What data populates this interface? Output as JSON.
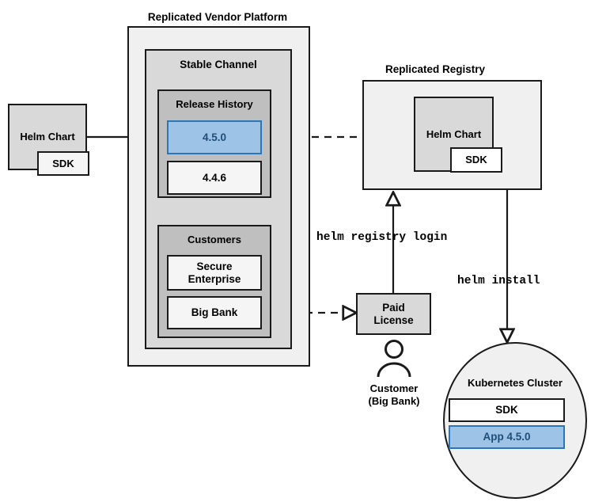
{
  "diagram": {
    "title_vendor_platform": "Replicated Vendor Platform",
    "title_registry": "Replicated Registry",
    "stable_channel_label": "Stable Channel",
    "release_history_label": "Release History",
    "customers_label": "Customers"
  },
  "source_chart": {
    "name": "Helm Chart",
    "sdk": "SDK"
  },
  "releases": [
    {
      "version": "4.5.0",
      "highlighted": true
    },
    {
      "version": "4.4.6",
      "highlighted": false
    }
  ],
  "customers": [
    {
      "name": "Secure\nEnterprise",
      "line1": "Secure",
      "line2": "Enterprise"
    },
    {
      "name": "Big Bank",
      "line1": "Big Bank",
      "line2": ""
    }
  ],
  "registry": {
    "chart_name": "Helm Chart",
    "sdk": "SDK"
  },
  "license": {
    "line1": "Paid",
    "line2": "License"
  },
  "customer_actor": {
    "line1": "Customer",
    "line2": "(Big Bank)",
    "icon": "person-icon"
  },
  "cluster": {
    "label": "Kubernetes Cluster",
    "items": [
      {
        "label": "SDK",
        "highlighted": false
      },
      {
        "label": "App 4.5.0",
        "highlighted": true
      }
    ]
  },
  "commands": {
    "registry_login": "helm registry login",
    "install": "helm install"
  },
  "colors": {
    "accent_fill": "#9dc3e6",
    "accent_border": "#2e75b6",
    "accent_text": "#1f4e79",
    "stroke": "#1a1a1a",
    "outer_fill": "#f0f0f0",
    "mid_fill": "#d9d9d9",
    "inner_fill": "#bfbfbf",
    "item_fill": "#f5f5f5"
  }
}
